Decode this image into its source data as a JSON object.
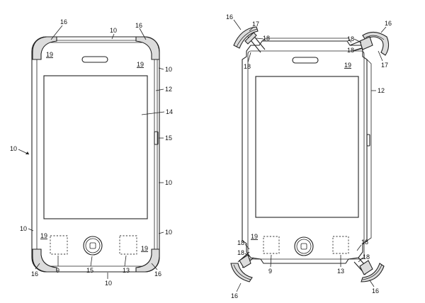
{
  "figure_left": {
    "labels": {
      "corner_tl": "16",
      "corner_tr": "16",
      "corner_bl": "16",
      "corner_br": "16",
      "top_edge": "10",
      "right_top": "10",
      "right_mid": "10",
      "right_bottom": "10",
      "left_bottom": "10",
      "bottom_edge": "10",
      "side_arrow": "10",
      "face": "12",
      "screen": "14",
      "side_button": "15",
      "home_button": "15",
      "pad_left": "9",
      "pad_right": "13",
      "u_tl": "19",
      "u_tr": "19",
      "u_bl": "19",
      "u_br": "19"
    }
  },
  "figure_right": {
    "labels": {
      "cap_tl": "16",
      "cap_tr": "16",
      "cap_bl": "16",
      "cap_br": "16",
      "tab_tl": "17",
      "tab_tr": "17",
      "pin_tl_a": "18",
      "pin_tl_b": "18",
      "pin_tr_a": "18",
      "pin_tr_b": "18",
      "pin_bl_a": "18",
      "pin_bl_b": "18",
      "pin_br_a": "18",
      "pin_br_b": "18",
      "face": "12",
      "pad_left": "9",
      "pad_right": "13",
      "u_tr": "19",
      "u_bl": "19"
    }
  }
}
